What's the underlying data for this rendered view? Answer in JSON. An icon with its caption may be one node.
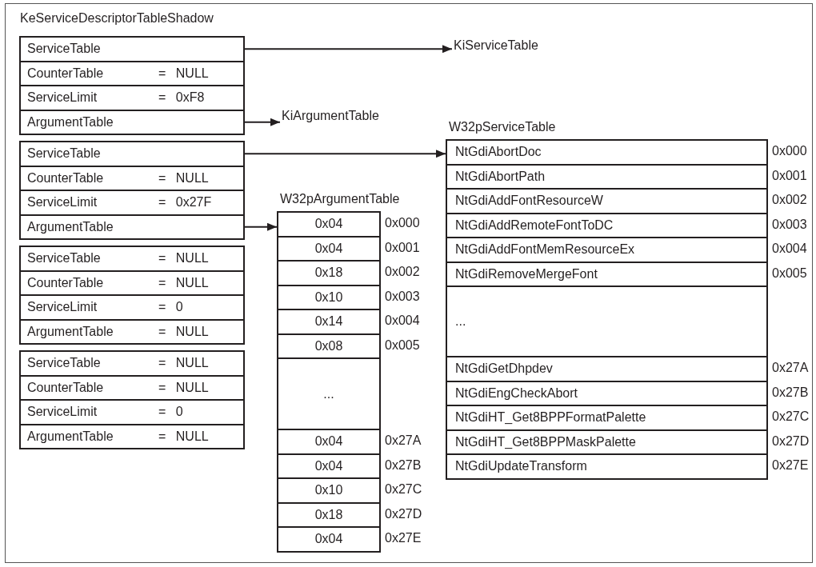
{
  "diagram": {
    "nodes": [
      {
        "text": [
          "ServiceTable"
        ]
      },
      {
        "text": [
          "CounterTable",
          "= NULL"
        ]
      },
      {
        "text": [
          "ServiceLimit",
          "= 0xF8"
        ]
      },
      {
        "text": [
          "ArgumentTable"
        ]
      },
      {
        "text": [
          "KiServiceTable"
        ]
      },
      {
        "text": [
          "KiArgumentTable"
        ]
      },
      {
        "text": [
          "ServiceTable"
        ]
      },
      {
        "text": [
          "CounterTable",
          "= NULL"
        ]
      },
      {
        "text": [
          "ServiceLimit",
          "= 0x27F"
        ]
      },
      {
        "text": [
          "ArgumentTable"
        ]
      },
      {
        "text": [
          "ServiceTable",
          "= NULL"
        ]
      },
      {
        "text": [
          "CounterTable",
          "= NULL"
        ]
      },
      {
        "text": [
          "ServiceLimit",
          "= 0"
        ]
      },
      {
        "text": [
          "ArgumentTable",
          "= NULL"
        ]
      },
      {
        "text": [
          "ServiceTable",
          "= NULL"
        ]
      },
      {
        "text": [
          "CounterTable",
          "= NULL"
        ]
      },
      {
        "text": [
          "ServiceLimit",
          "= 0"
        ]
      },
      {
        "text": [
          "ArgumentTable",
          "= NULL"
        ]
      },
      {
        "text": [
          "W32pServiceTable"
        ]
      },
      {
        "text": [
          "NtGdiAbortDoc"
        ],
        "in": 18,
        "beside": [
          "0x000"
        ]
      },
      {
        "text": [
          "NtGdiAbortPath"
        ],
        "in": 18,
        "beside": [
          "0x001"
        ]
      },
      {
        "text": [
          "NtGdiAddFontResourceW"
        ],
        "in": 18,
        "beside": [
          "0x002"
        ]
      },
      {
        "text": [
          "NtGdiAddRemoteFontToDC"
        ],
        "in": 18,
        "beside": [
          "0x003"
        ]
      },
      {
        "text": [
          "NtGdiAddFontMemResourceEx"
        ],
        "in": 18,
        "beside": [
          "0x004"
        ]
      },
      {
        "text": [
          "NtGdiRemoveMergeFont"
        ],
        "in": 18,
        "beside": [
          "0x005"
        ]
      },
      {
        "text": [
          "..."
        ],
        "in": 18
      },
      {
        "text": [
          "NtGdiGetDhpdev"
        ],
        "in": 18,
        "beside": [
          "0x27A"
        ]
      },
      {
        "text": [
          "NtGdiEngCheckAbort"
        ],
        "in": 18,
        "beside": [
          "0x27B"
        ]
      },
      {
        "text": [
          "NtGdiHT_Get8BPPFormatPalette"
        ],
        "in": 18,
        "beside": [
          "0x27C"
        ]
      },
      {
        "text": [
          "NtGdiHT_Get8BPPMaskPalette"
        ],
        "in": 18,
        "beside": [
          "0x27D"
        ]
      },
      {
        "text": [
          "NtGdiUpdateTransform"
        ],
        "in": 18,
        "beside": [
          "0x27E"
        ]
      },
      {
        "text": [
          "W32pArgumentTable"
        ]
      },
      {
        "text": [
          "0x04"
        ],
        "in": 31,
        "beside": [
          "0x000"
        ]
      },
      {
        "text": [
          "0x04"
        ],
        "in": 31,
        "beside": [
          "0x001"
        ]
      },
      {
        "text": [
          "0x18"
        ],
        "in": 31,
        "beside": [
          "0x002"
        ]
      },
      {
        "text": [
          "0x10"
        ],
        "in": 31,
        "beside": [
          "0x003"
        ]
      },
      {
        "text": [
          "0x14"
        ],
        "in": 31,
        "beside": [
          "0x004"
        ]
      },
      {
        "text": [
          "0x08"
        ],
        "in": 31,
        "beside": [
          "0x005"
        ]
      },
      {
        "text": [
          "..."
        ],
        "in": 31
      },
      {
        "text": [
          "0x04"
        ],
        "in": 31,
        "beside": [
          "0x27A"
        ]
      },
      {
        "text": [
          "0x04"
        ],
        "in": 31,
        "beside": [
          "0x27B"
        ]
      },
      {
        "text": [
          "0x10"
        ],
        "in": 31,
        "beside": [
          "0x27C"
        ]
      },
      {
        "text": [
          "0x18"
        ],
        "in": 31,
        "beside": [
          "0x27D"
        ]
      },
      {
        "text": [
          "0x04"
        ],
        "in": 31,
        "beside": [
          "0x27E"
        ]
      }
    ],
    "edges": [
      {
        "from": 0,
        "to": 4,
        "arrow": "to"
      },
      {
        "from": 3,
        "to": 5,
        "arrow": "to"
      },
      {
        "from": 6,
        "to": 19,
        "arrow": "to"
      },
      {
        "from": 9,
        "to": 32,
        "arrow": "to"
      }
    ],
    "labels": [
      "KeServiceDescriptorTableShadow"
    ]
  }
}
